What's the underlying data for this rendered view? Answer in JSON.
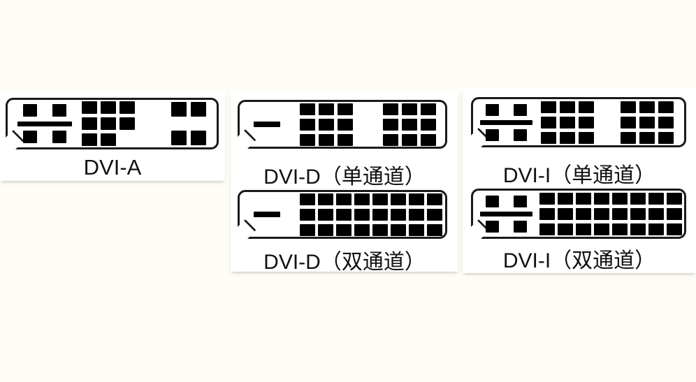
{
  "page": {
    "background_color": "#fdfcf7",
    "card_color": "#ffffff",
    "ink_color": "#000000",
    "outline_color": "#1a1a1a"
  },
  "diagram": {
    "subject": "DVI connector pinout shapes",
    "connectors": [
      {
        "id": "dvi-a",
        "caption": "DVI-A",
        "analog_group": "microcross-4pin-with-blade",
        "has_microcross": true,
        "has_flat_blade_only": false,
        "pin_layout": "8-pin-analog",
        "pin_rows": [
          3,
          3,
          2
        ],
        "right_cluster_rows": [
          2,
          2
        ],
        "pin_count": 12
      },
      {
        "id": "dvi-d-single",
        "caption": "DVI-D（单通道）",
        "analog_group": "flat-blade-only",
        "has_microcross": false,
        "has_flat_blade_only": true,
        "pin_layout": "18-pin-single-link",
        "block_a_rows": [
          3,
          3,
          3
        ],
        "block_b_rows": [
          3,
          3,
          3
        ],
        "pin_count": 18
      },
      {
        "id": "dvi-d-dual",
        "caption": "DVI-D（双通道）",
        "analog_group": "flat-blade-only",
        "has_microcross": false,
        "has_flat_blade_only": true,
        "pin_layout": "24-pin-dual-link",
        "block_a_rows": [
          8,
          8,
          8
        ],
        "pin_count": 24
      },
      {
        "id": "dvi-i-single",
        "caption": "DVI-I（单通道）",
        "analog_group": "microcross-4pin-with-blade",
        "has_microcross": true,
        "has_flat_blade_only": false,
        "pin_layout": "18+5-pin-single-link",
        "block_a_rows": [
          3,
          3,
          3
        ],
        "block_b_rows": [
          3,
          3,
          3
        ],
        "pin_count": 23
      },
      {
        "id": "dvi-i-dual",
        "caption": "DVI-I（双通道）",
        "analog_group": "microcross-4pin-with-blade",
        "has_microcross": true,
        "has_flat_blade_only": false,
        "pin_layout": "24+5-pin-dual-link",
        "block_a_rows": [
          8,
          8,
          8
        ],
        "pin_count": 29
      }
    ]
  }
}
